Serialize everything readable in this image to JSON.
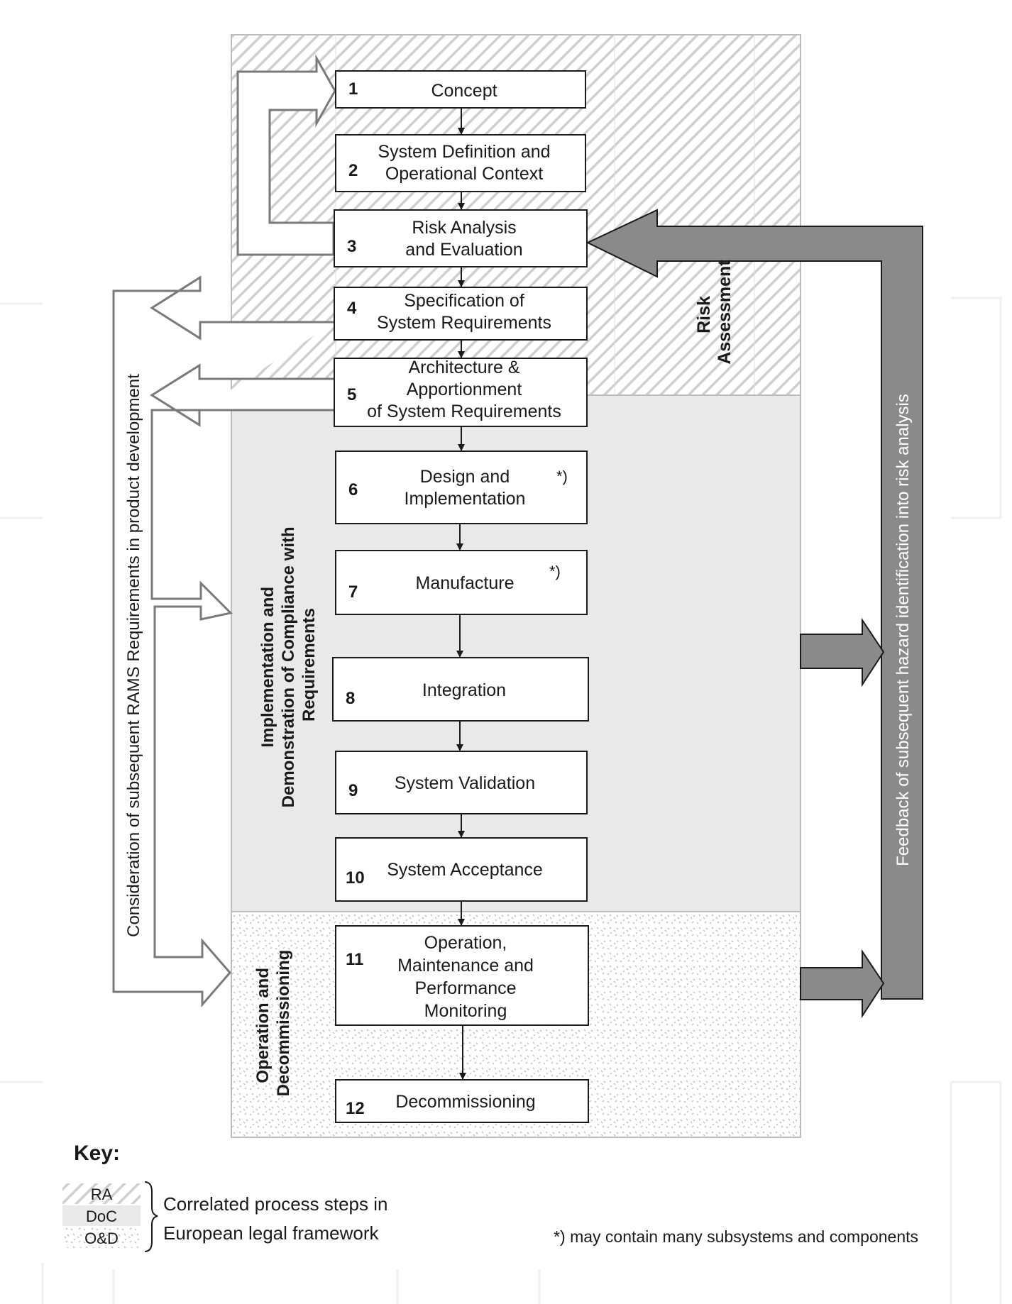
{
  "steps": [
    {
      "number": "1",
      "lines": [
        "Concept"
      ]
    },
    {
      "number": "2",
      "lines": [
        "System Definition and",
        "Operational Context"
      ]
    },
    {
      "number": "3",
      "lines": [
        "Risk Analysis",
        "and Evaluation"
      ]
    },
    {
      "number": "4",
      "lines": [
        "Specification of",
        "System Requirements"
      ]
    },
    {
      "number": "5",
      "lines": [
        "Architecture &",
        "Apportionment",
        "of System Requirements"
      ]
    },
    {
      "number": "6",
      "lines": [
        "Design and",
        "Implementation"
      ],
      "note": "*)"
    },
    {
      "number": "7",
      "lines": [
        "Manufacture"
      ],
      "note": "*)"
    },
    {
      "number": "8",
      "lines": [
        "Integration"
      ]
    },
    {
      "number": "9",
      "lines": [
        "System Validation"
      ]
    },
    {
      "number": "10",
      "lines": [
        "System Acceptance"
      ]
    },
    {
      "number": "11",
      "lines": [
        "Operation,",
        "Maintenance and",
        "Performance",
        "Monitoring"
      ]
    },
    {
      "number": "12",
      "lines": [
        "Decommissioning"
      ]
    }
  ],
  "regions": {
    "risk_assessment": [
      "Risk",
      "Assessment"
    ],
    "implementation": [
      "Implementation and",
      "Demonstration of Compliance with",
      "Requirements"
    ],
    "operation": [
      "Operation and",
      "Decommissioning"
    ]
  },
  "side_labels": {
    "left": "Consideration of subsequent RAMS Requirements in product development",
    "right": "Feedback of subsequent hazard identification into risk analysis"
  },
  "key": {
    "title": "Key:",
    "ra": "RA",
    "doc": "DoC",
    "od": "O&D",
    "desc_line1": "Correlated process steps in",
    "desc_line2": "European legal framework"
  },
  "footnote": "*) may contain many subsystems and components",
  "colors": {
    "stroke": "#1a1a1a",
    "hatch_line": "#cccccc",
    "doc_fill": "#e9e9e9",
    "dark_arrow": "#8a8a8a",
    "light_arrow_stroke": "#7a7a7a",
    "region_border": "#bdbdbd"
  }
}
